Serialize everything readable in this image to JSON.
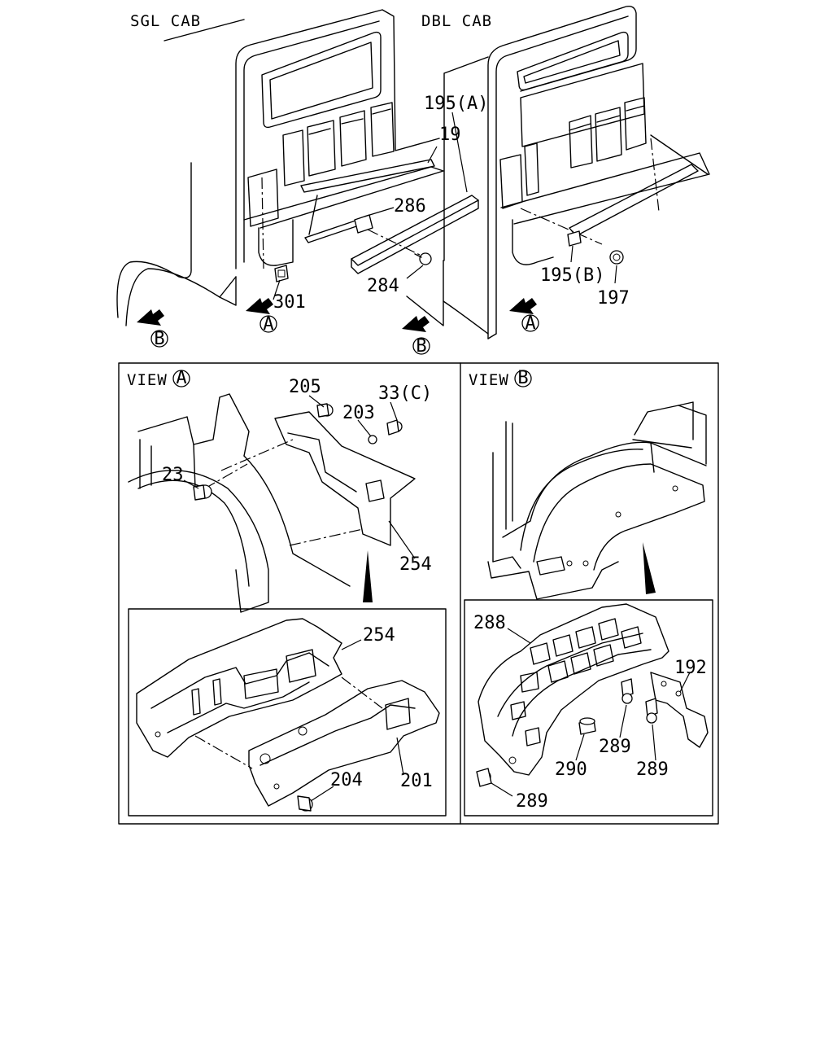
{
  "headers": {
    "sgl_cab": "SGL CAB",
    "dbl_cab": "DBL CAB",
    "view_a_prefix": "VIEW",
    "view_b_prefix": "VIEW"
  },
  "markers": {
    "a": "A",
    "b": "B"
  },
  "callouts": {
    "p195a": "195(A)",
    "p19": "19",
    "p286": "286",
    "p284": "284",
    "p301": "301",
    "p195b": "195(B)",
    "p197": "197",
    "p205": "205",
    "p203": "203",
    "p33c": "33(C)",
    "p23": "23",
    "p254a": "254",
    "p254b": "254",
    "p204": "204",
    "p201": "201",
    "p288": "288",
    "p192": "192",
    "p289a": "289",
    "p289b": "289",
    "p289c": "289",
    "p290": "290"
  }
}
